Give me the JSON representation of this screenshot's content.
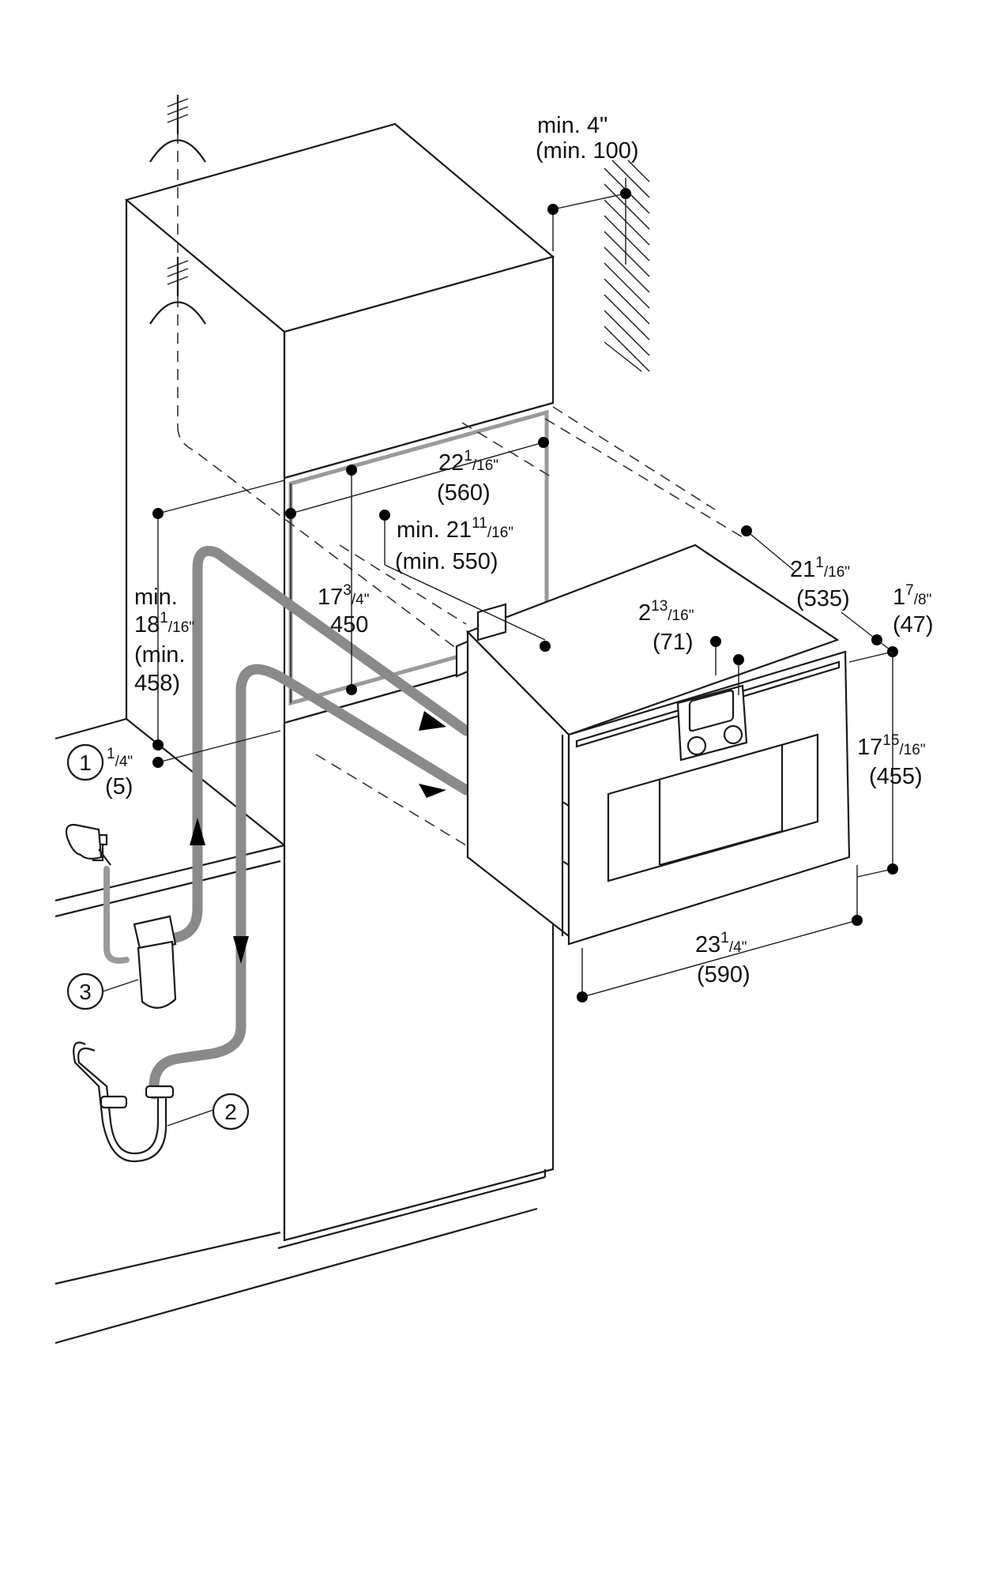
{
  "labels": {
    "top_clearance_in": "min. 4\"",
    "top_clearance_mm": "(min. 100)",
    "niche_width_main": "22",
    "niche_width_sup": "1",
    "niche_width_frac": "/16\"",
    "niche_width_mm": "(560)",
    "niche_depth_main": "min. 21",
    "niche_depth_sup": "11",
    "niche_depth_frac": "/16\"",
    "niche_depth_mm": "(min. 550)",
    "niche_height_main": "17",
    "niche_height_sup": "3",
    "niche_height_frac": "/4\"",
    "niche_height_mm": "450",
    "base_height_prefix": "min.",
    "base_height_main": "18",
    "base_height_sup": "1",
    "base_height_frac": "/16\"",
    "base_height_mm_1": "(min.",
    "base_height_mm_2": "458)",
    "gap_sup": "1",
    "gap_frac": "/4\"",
    "gap_mm": "(5)",
    "depth_main": "21",
    "depth_sup": "1",
    "depth_frac": "/16\"",
    "depth_mm": "(535)",
    "panel_main": "1",
    "panel_sup": "7",
    "panel_frac": "/8\"",
    "panel_mm": "(47)",
    "control_main": "2",
    "control_sup": "13",
    "control_frac": "/16\"",
    "control_mm": "(71)",
    "front_height_main": "17",
    "front_height_sup": "15",
    "front_height_frac": "/16\"",
    "front_height_mm": "(455)",
    "width_main": "23",
    "width_sup": "1",
    "width_frac": "/4\"",
    "width_mm": "(590)"
  },
  "callouts": {
    "one": "1",
    "two": "2",
    "three": "3"
  },
  "icons": {
    "tap": "water-tap-icon",
    "siphon": "drain-siphon-icon",
    "filter": "water-filter-icon",
    "electrical": "power-supply-icon"
  }
}
